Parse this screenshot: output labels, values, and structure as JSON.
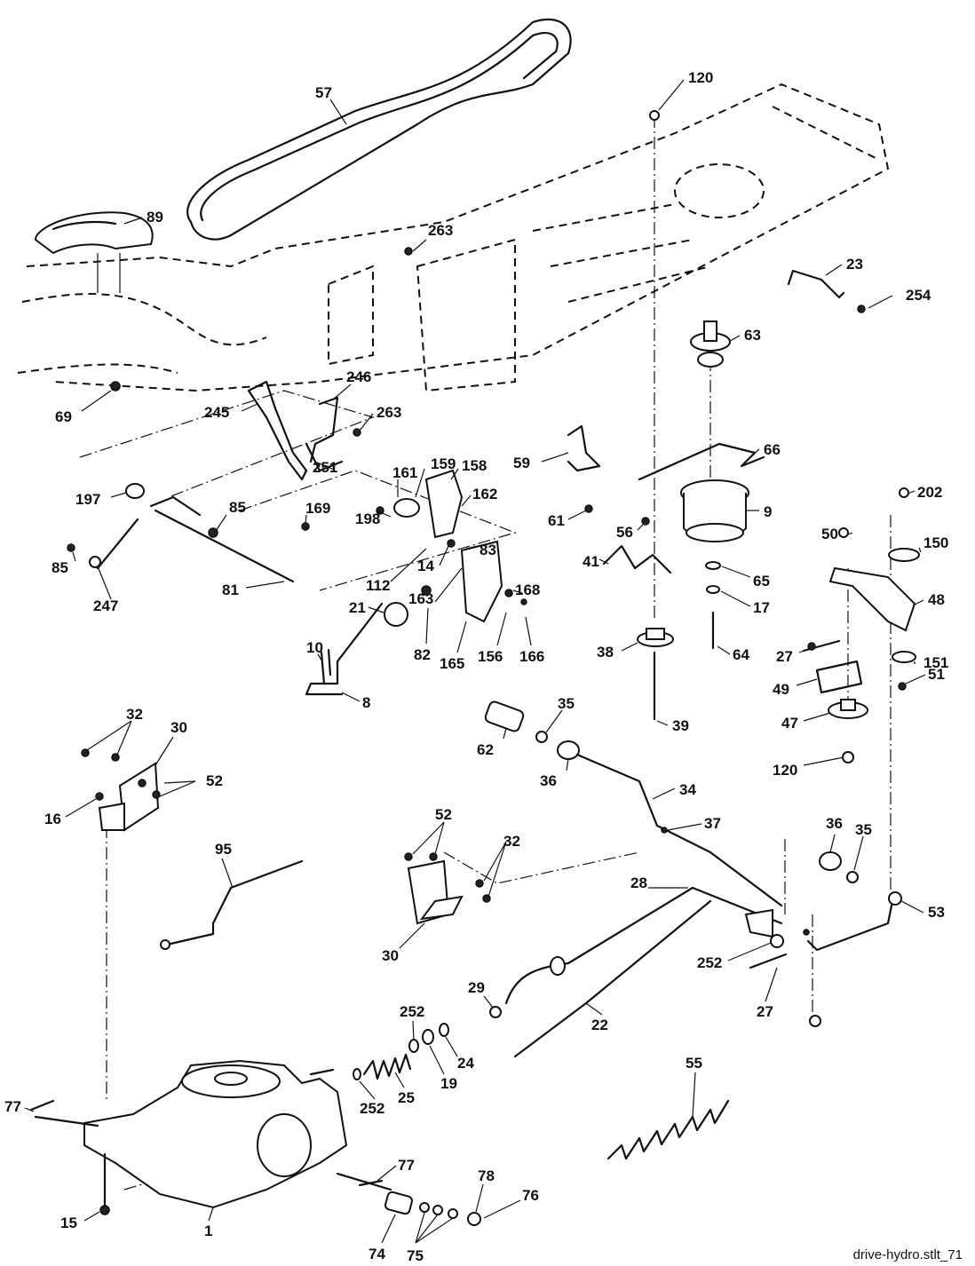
{
  "caption": "drive-hydro.stlt_71",
  "callouts": [
    "57",
    "120",
    "89",
    "263",
    "23",
    "254",
    "63",
    "69",
    "246",
    "263",
    "245",
    "66",
    "59",
    "9",
    "158",
    "159",
    "161",
    "162",
    "197",
    "85",
    "169",
    "198",
    "251",
    "202",
    "61",
    "56",
    "150",
    "50",
    "83",
    "14",
    "41",
    "65",
    "112",
    "163",
    "168",
    "48",
    "85",
    "247",
    "81",
    "17",
    "21",
    "10",
    "82",
    "165",
    "156",
    "166",
    "38",
    "64",
    "27",
    "151",
    "51",
    "49",
    "8",
    "32",
    "30",
    "35",
    "39",
    "47",
    "62",
    "36",
    "120",
    "52",
    "34",
    "16",
    "37",
    "95",
    "52",
    "32",
    "36",
    "35",
    "28",
    "53",
    "30",
    "252",
    "29",
    "27",
    "252",
    "22",
    "24",
    "19",
    "55",
    "25",
    "252",
    "77",
    "77",
    "78",
    "76",
    "15",
    "1",
    "74",
    "75"
  ],
  "icons": {
    "belt": "v-belt",
    "frame": "tractor-frame-outline",
    "spring": "coil-spring",
    "transaxle": "hydro-transaxle"
  }
}
